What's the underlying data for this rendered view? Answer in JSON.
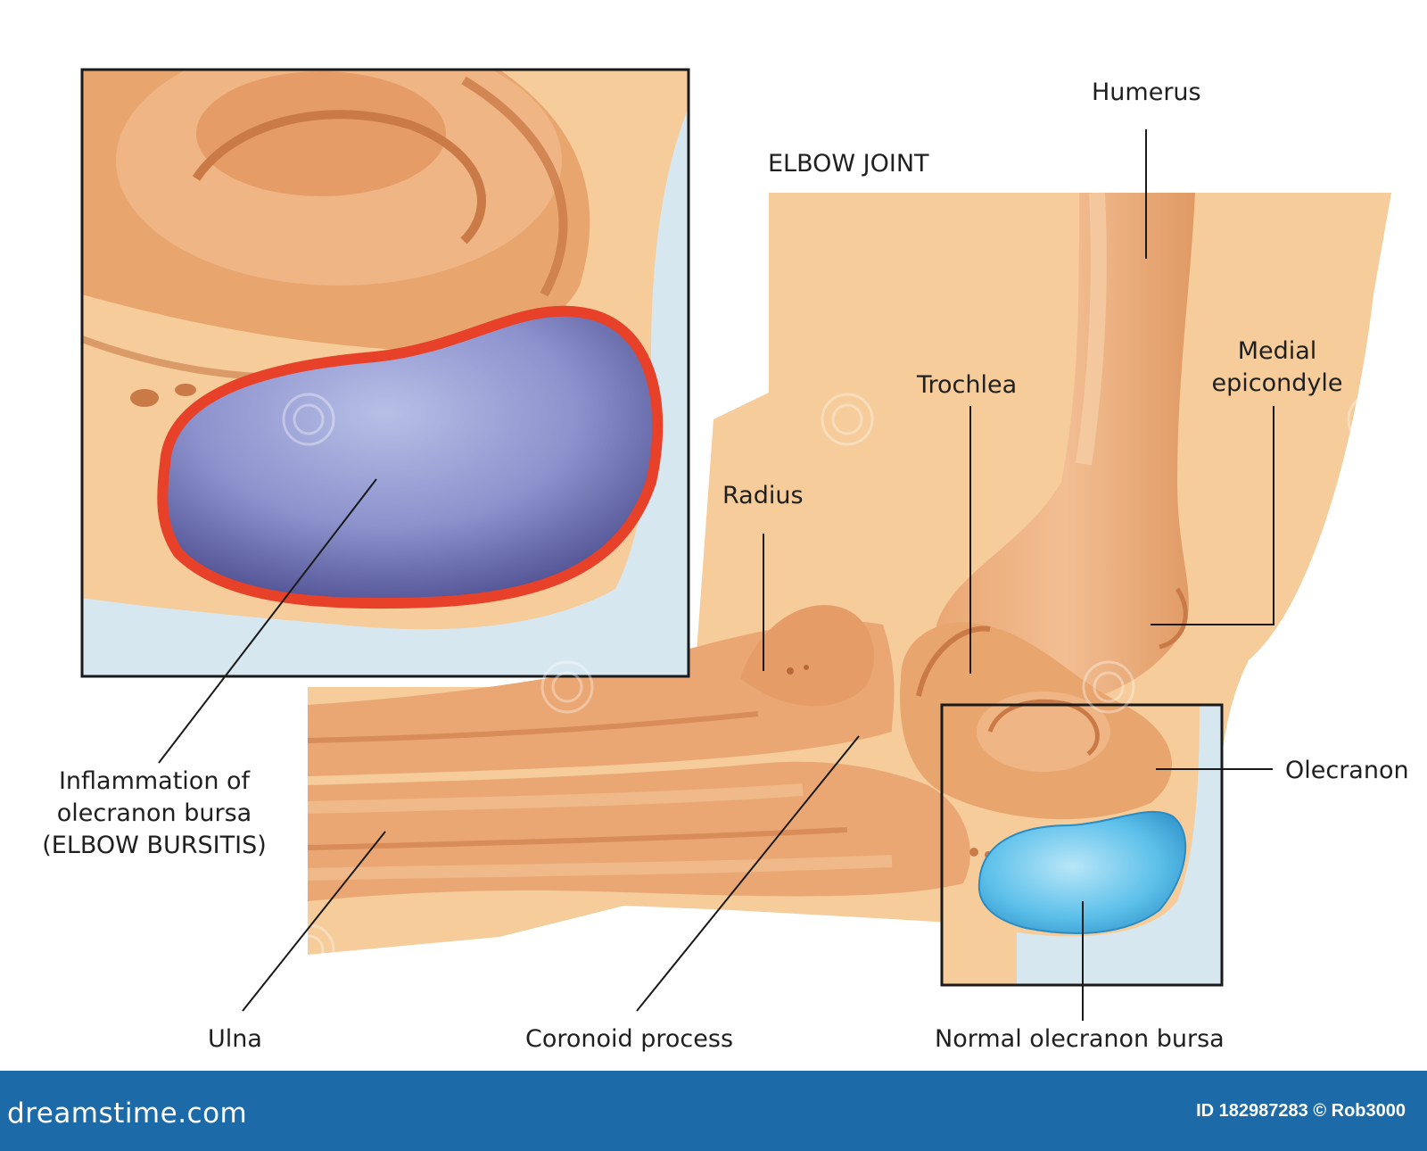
{
  "colors": {
    "skin": "#f5cc9a",
    "bone": "#e8a56e",
    "bone_shadow": "#c97a47",
    "background_fluid": "#d7e7f0",
    "inflamed_bursa": "#6d6fb0",
    "inflamed_rim": "#e8412a",
    "normal_bursa": "#4fb3e0",
    "footer": "#1c6aa8"
  },
  "labels": {
    "elbow_joint": "ELBOW JOINT",
    "humerus": "Humerus",
    "medial_epicondyle": "Medial\nepicondyle",
    "trochlea": "Trochlea",
    "radius": "Radius",
    "olecranon": "Olecranon",
    "inflammation": "Inflammation of\nolecranon bursa\n(ELBOW BURSITIS)",
    "ulna": "Ulna",
    "coronoid_process": "Coronoid process",
    "normal_bursa": "Normal olecranon bursa"
  },
  "footer": {
    "brand": "dreamstime.com",
    "credit": "ID 182987283 © Rob3000"
  }
}
